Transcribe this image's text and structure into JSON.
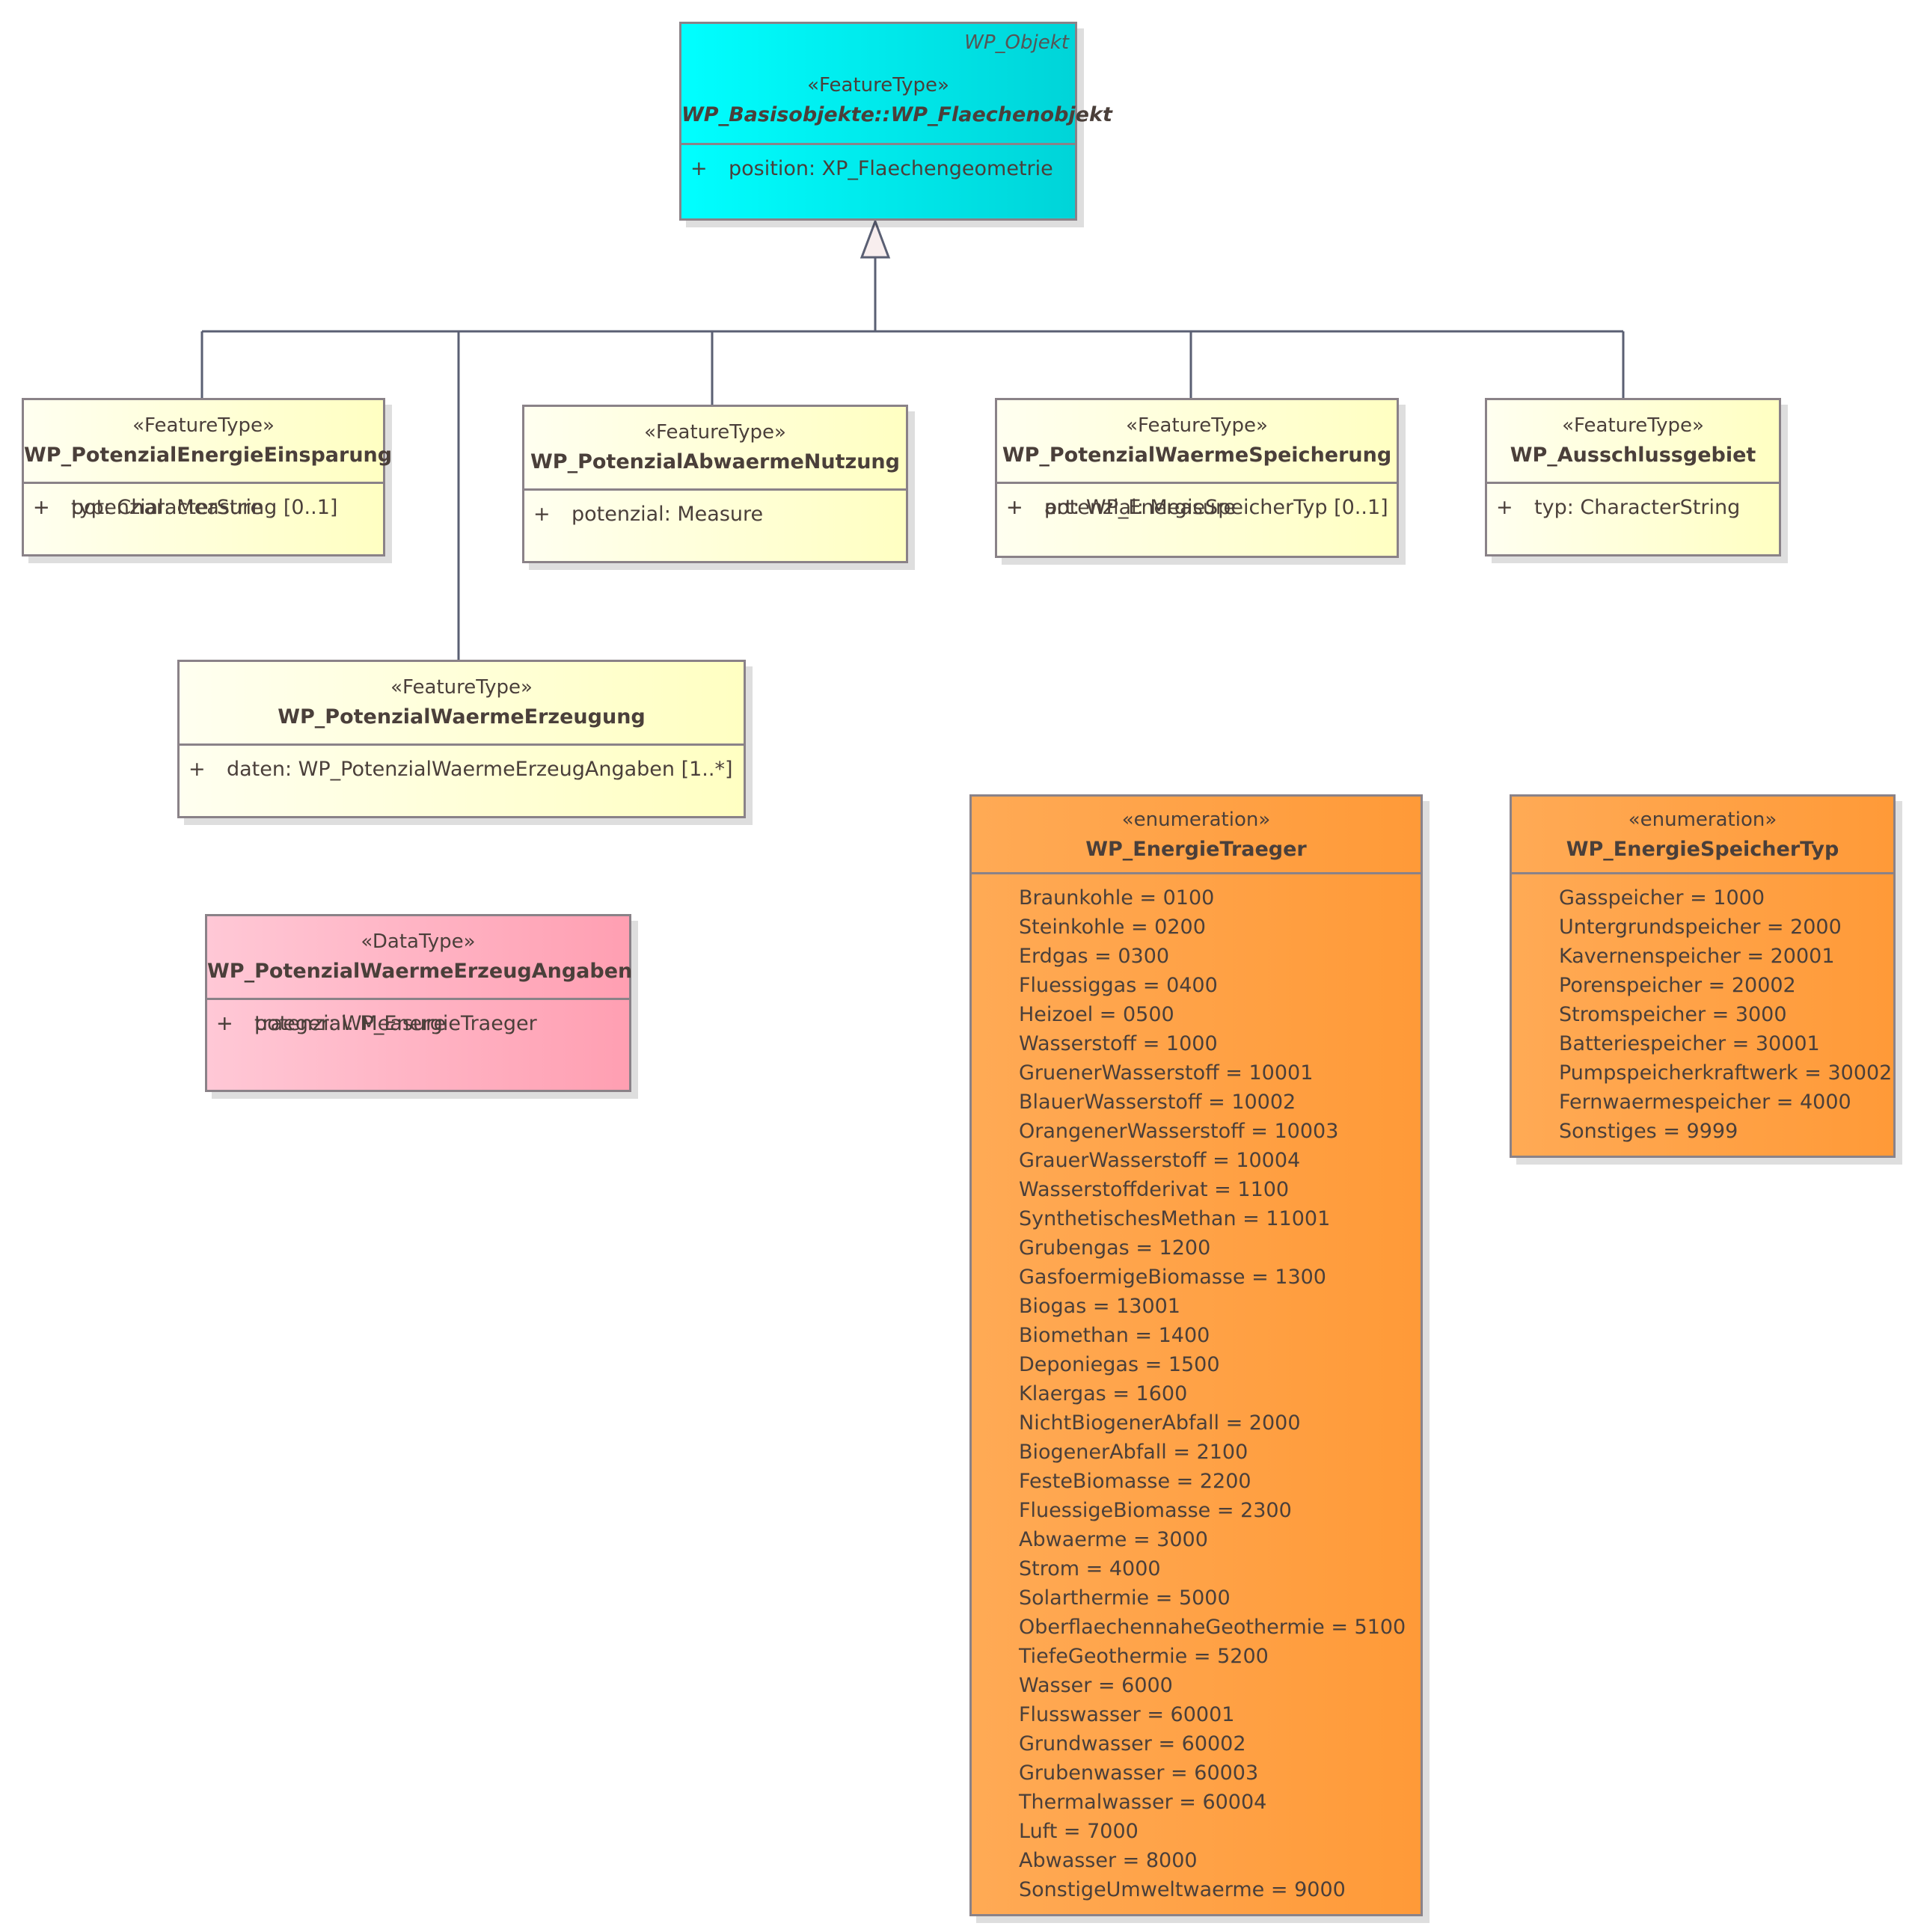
{
  "base_class": {
    "parent": "WP_Objekt",
    "stereotype": "«FeatureType»",
    "name": "WP_Basisobjekte::WP_Flaechenobjekt",
    "attributes": [
      {
        "vis": "+",
        "text": "position: XP_Flaechengeometrie"
      }
    ]
  },
  "classes": {
    "energie_einsparung": {
      "stereotype": "«FeatureType»",
      "name": "WP_PotenzialEnergieEinsparung",
      "attributes": [
        {
          "vis": "+",
          "text": "potenzial: Measure"
        },
        {
          "vis": "+",
          "text": "typ: CharacterString [0..1]"
        }
      ]
    },
    "abwaerme_nutzung": {
      "stereotype": "«FeatureType»",
      "name": "WP_PotenzialAbwaermeNutzung",
      "attributes": [
        {
          "vis": "+",
          "text": "potenzial: Measure"
        }
      ]
    },
    "waerme_speicherung": {
      "stereotype": "«FeatureType»",
      "name": "WP_PotenzialWaermeSpeicherung",
      "attributes": [
        {
          "vis": "+",
          "text": "potenzial: Measure"
        },
        {
          "vis": "+",
          "text": "art: WP_EnergieSpeicherTyp [0..1]"
        }
      ]
    },
    "ausschlussgebiet": {
      "stereotype": "«FeatureType»",
      "name": "WP_Ausschlussgebiet",
      "attributes": [
        {
          "vis": "+",
          "text": "typ: CharacterString"
        }
      ]
    },
    "waerme_erzeugung": {
      "stereotype": "«FeatureType»",
      "name": "WP_PotenzialWaermeErzeugung",
      "attributes": [
        {
          "vis": "+",
          "text": "daten: WP_PotenzialWaermeErzeugAngaben [1..*]"
        }
      ]
    },
    "erzeug_angaben": {
      "stereotype": "«DataType»",
      "name": "WP_PotenzialWaermeErzeugAngaben",
      "attributes": [
        {
          "vis": "+",
          "text": "traeger: WP_EnergieTraeger"
        },
        {
          "vis": "+",
          "text": "potenzial: Measure"
        }
      ]
    }
  },
  "enums": {
    "energie_traeger": {
      "stereotype": "«enumeration»",
      "name": "WP_EnergieTraeger",
      "literals": [
        "Braunkohle = 0100",
        "Steinkohle = 0200",
        "Erdgas = 0300",
        "Fluessiggas = 0400",
        "Heizoel = 0500",
        "Wasserstoff = 1000",
        "GruenerWasserstoff = 10001",
        "BlauerWasserstoff = 10002",
        "OrangenerWasserstoff = 10003",
        "GrauerWasserstoff = 10004",
        "Wasserstoffderivat = 1100",
        "SynthetischesMethan = 11001",
        "Grubengas = 1200",
        "GasfoermigeBiomasse = 1300",
        "Biogas = 13001",
        "Biomethan = 1400",
        "Deponiegas = 1500",
        "Klaergas = 1600",
        "NichtBiogenerAbfall = 2000",
        "BiogenerAbfall = 2100",
        "FesteBiomasse = 2200",
        "FluessigeBiomasse = 2300",
        "Abwaerme = 3000",
        "Strom = 4000",
        "Solarthermie = 5000",
        "OberflaechennaheGeothermie = 5100",
        "TiefeGeothermie = 5200",
        "Wasser = 6000",
        "Flusswasser = 60001",
        "Grundwasser = 60002",
        "Grubenwasser = 60003",
        "Thermalwasser = 60004",
        "Luft = 7000",
        "Abwasser = 8000",
        "SonstigeUmweltwaerme = 9000"
      ]
    },
    "energie_speicher_typ": {
      "stereotype": "«enumeration»",
      "name": "WP_EnergieSpeicherTyp",
      "literals": [
        "Gasspeicher = 1000",
        "Untergrundspeicher = 2000",
        "Kavernenspeicher = 20001",
        "Porenspeicher = 20002",
        "Stromspeicher = 3000",
        "Batteriespeicher = 30001",
        "Pumpspeicherkraftwerk = 30002",
        "Fernwaermespeicher = 4000",
        "Sonstiges = 9999"
      ]
    }
  }
}
